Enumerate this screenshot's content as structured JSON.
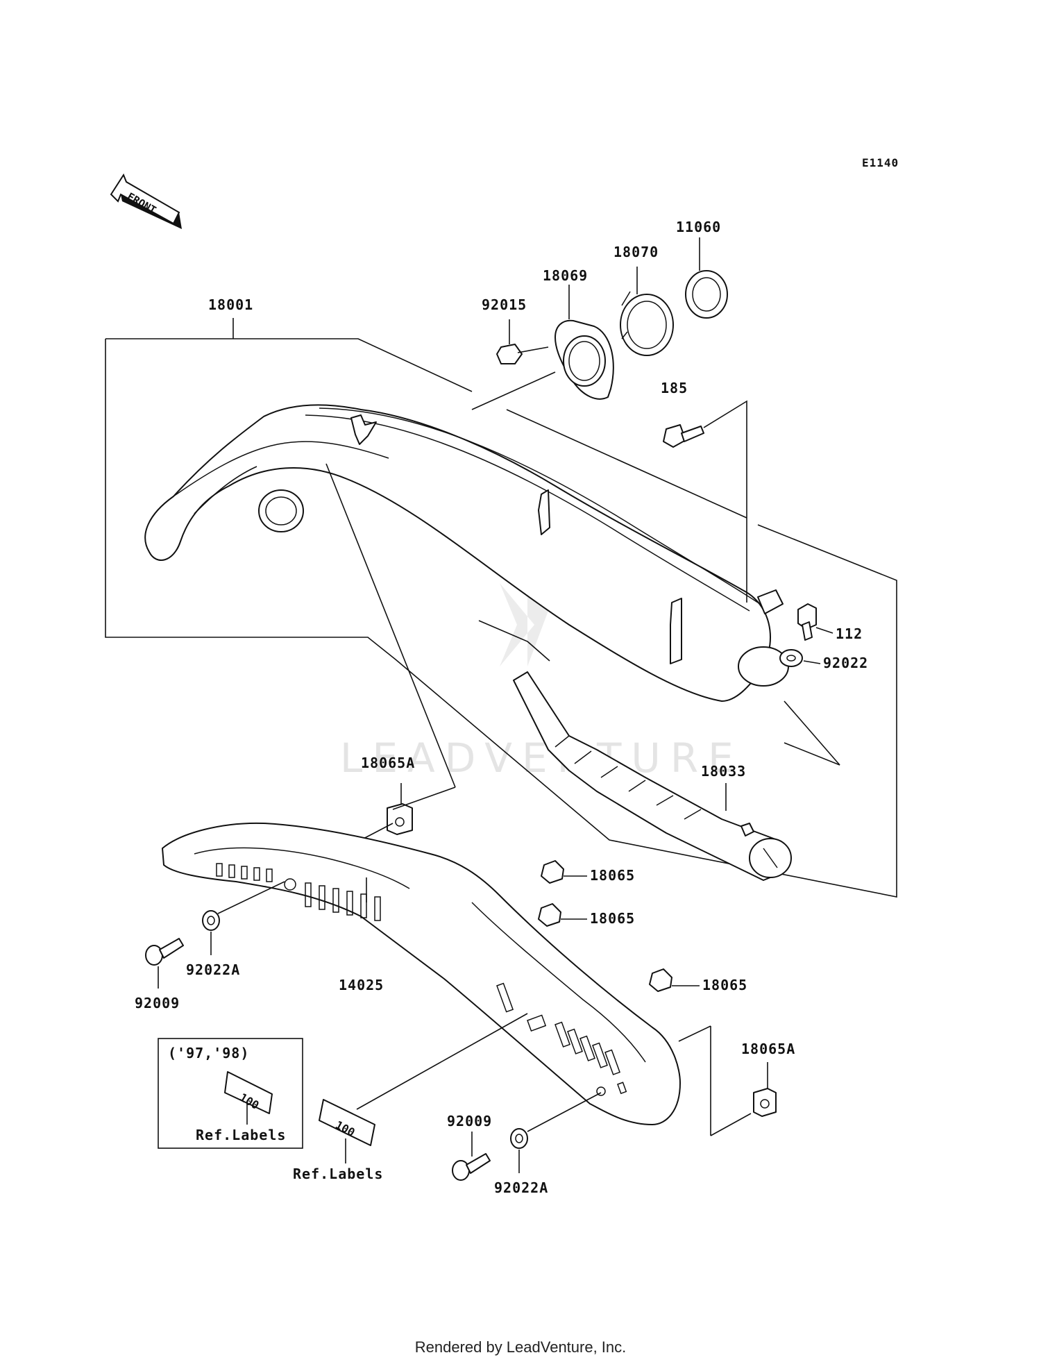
{
  "diagram_code": "E1140",
  "direction_tag": "FRONT",
  "watermark": "LEADVENTURE",
  "footer": "Rendered by LeadVenture, Inc.",
  "inset": {
    "years": "('97,'98)",
    "label": "Ref.Labels"
  },
  "labels": {
    "p18001": "18001",
    "p92015": "92015",
    "p18069": "18069",
    "p18070": "18070",
    "p11060": "11060",
    "p185": "185",
    "p112": "112",
    "p92022": "92022",
    "p18033": "18033",
    "p18065A_top": "18065A",
    "p18065_a": "18065",
    "p18065_b": "18065",
    "p18065_c": "18065",
    "p92009_left": "92009",
    "p92022A_left": "92022A",
    "p14025": "14025",
    "p18065A_bottom": "18065A",
    "p92009_bottom": "92009",
    "p92022A_bottom": "92022A",
    "ref_labels": "Ref.Labels"
  }
}
